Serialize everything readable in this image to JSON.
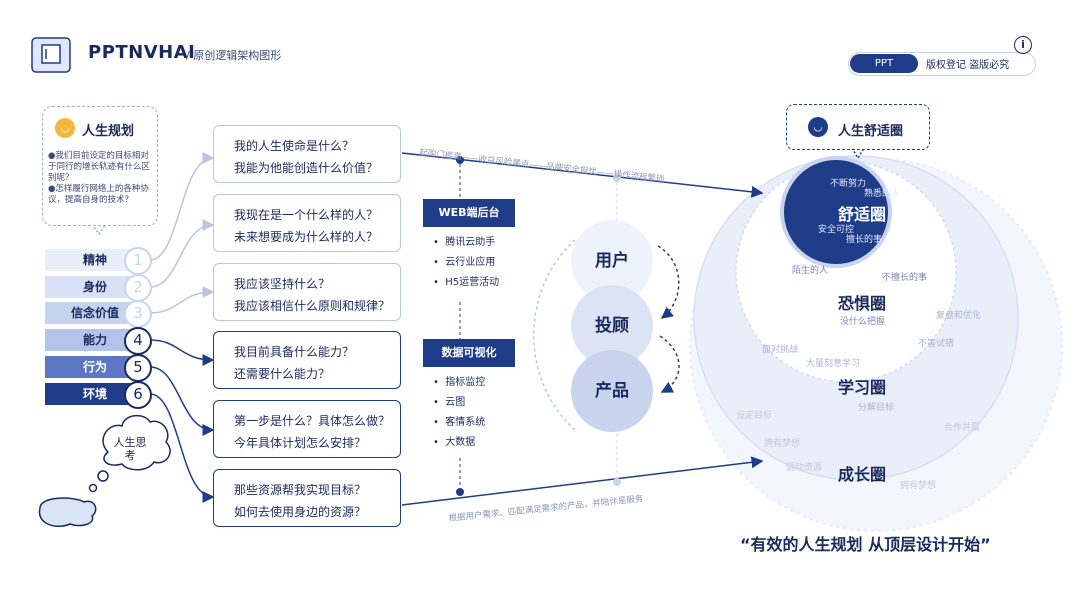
{
  "header": {
    "brand": "PPTNVHAI",
    "subtitle": "/ 原创逻辑架构图形",
    "toggle_left": "PPT",
    "toggle_right": "版权登记 盗版必究",
    "info_icon": "i"
  },
  "left_bubble": {
    "title": "人生规划",
    "items": [
      "●我们目前设定的目标相对于同行的增长轨迹有什么区别呢？",
      "●怎样履行网络上的各种协议，提高自身的技术？"
    ]
  },
  "levels": [
    {
      "label": "精神",
      "num": "1"
    },
    {
      "label": "身份",
      "num": "2"
    },
    {
      "label": "信念价值",
      "num": "3"
    },
    {
      "label": "能力",
      "num": "4"
    },
    {
      "label": "行为",
      "num": "5"
    },
    {
      "label": "环境",
      "num": "6"
    }
  ],
  "questions": [
    {
      "line1": "我的人生使命是什么？",
      "line2": "我能为他能创造什么价值？"
    },
    {
      "line1": "我现在是一个什么样的人？",
      "line2": "未来想要成为什么样的人？"
    },
    {
      "line1": "我应该坚持什么？",
      "line2": "我应该相信什么原则和规律？"
    },
    {
      "line1": "我目前具备什么能力？",
      "line2": "还需要什么能力？"
    },
    {
      "line1": "第一步是什么？具体怎么做？",
      "line2": "今年具体计划怎么安排？"
    },
    {
      "line1": "那些资源帮我实现目标？",
      "line2": "如何去使用身边的资源？"
    }
  ],
  "think_bubble": "人生思考",
  "flow_top": "起购门槛高——收益风险属点——品牌安全担忧——操作流程繁琐",
  "flow_bottom": "根据用户需求、匹配满足需求的产品，并陪伴是服务",
  "web_backend": {
    "title": "WEB端后台",
    "items": [
      "腾讯云助手",
      "云行业应用",
      "H5运营活动"
    ]
  },
  "data_viz": {
    "title": "数据可视化",
    "items": [
      "指标监控",
      "云图",
      "客情系统",
      "大数据"
    ]
  },
  "core_circles": [
    "用户",
    "投顾",
    "产品"
  ],
  "right_bubble": {
    "title": "人生舒适圈"
  },
  "zones": {
    "comfort": {
      "title": "舒适圈",
      "notes": [
        "不断努力",
        "熟悉的人",
        "安全可控",
        "擅长的事"
      ]
    },
    "fear": {
      "title": "恐惧圈",
      "notes": [
        "陌生的人",
        "不擅长的事",
        "没什么把握"
      ]
    },
    "learning": {
      "title": "学习圈",
      "notes": [
        "复盘和优化",
        "面对挑战",
        "不害试错",
        "大量刻意学习",
        "分解目标"
      ]
    },
    "growth": {
      "title": "成长圈",
      "notes": [
        "设定目标",
        "合作共赢",
        "拥有梦想",
        "调动资源",
        "拥有梦想"
      ]
    }
  },
  "slogan": "“有效的人生规划 从顶层设计开始”"
}
